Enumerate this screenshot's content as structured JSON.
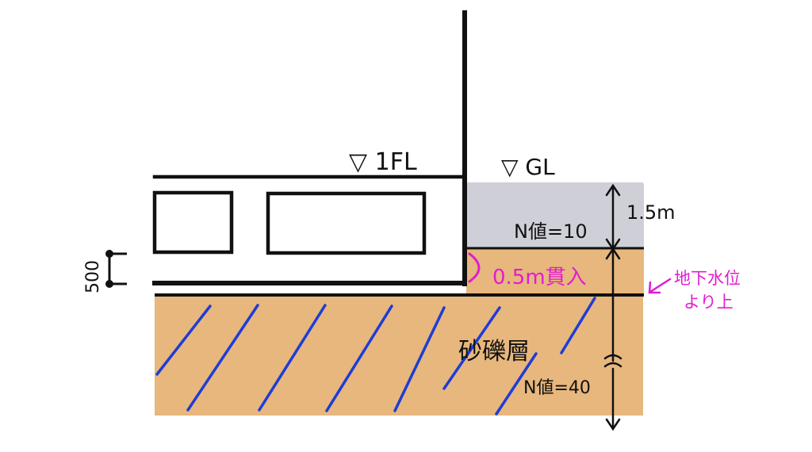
{
  "labels": {
    "floor_level": "▽ 1FL",
    "ground_level": "▽ GL",
    "upper_layer_n": "N値=10",
    "upper_depth": "1.5m",
    "embedment": "0.5m貫入",
    "groundwater_line1": "地下水位",
    "groundwater_line2": "より上",
    "gravel_layer": "砂礫層",
    "gravel_n": "N値=40",
    "slab_dim": "500"
  },
  "colors": {
    "upper_soil": "#cfcfd8",
    "gravel_soil": "#e7b77d",
    "hatch": "#1e3dd6",
    "magenta": "#e21cd0",
    "ink": "#111111"
  }
}
